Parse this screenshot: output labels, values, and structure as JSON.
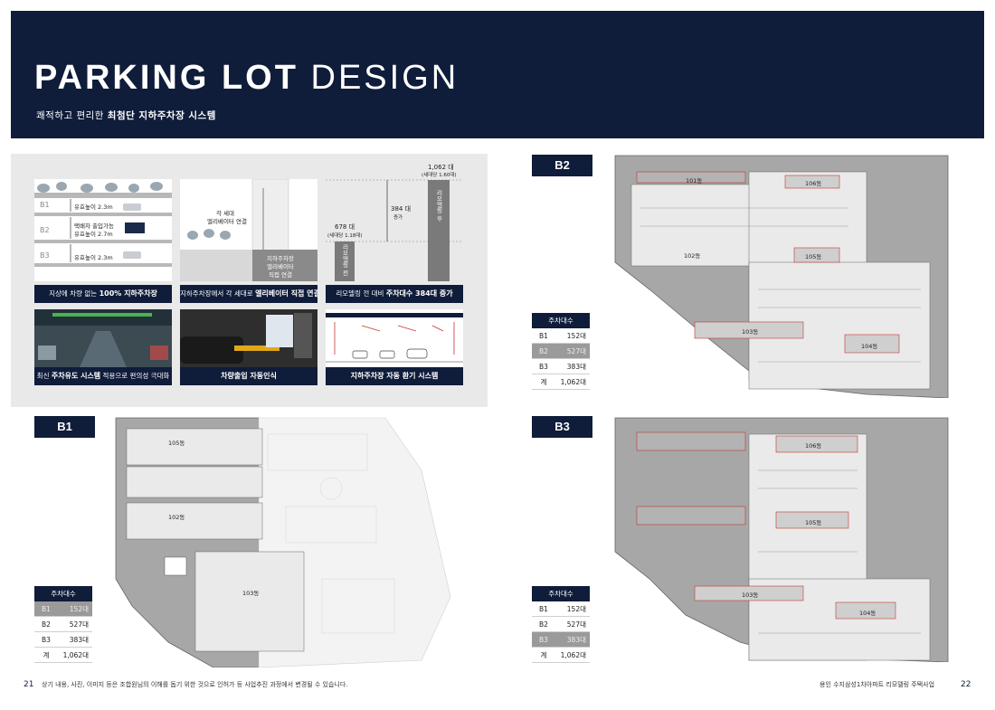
{
  "header": {
    "title_bold": "PARKING LOT",
    "title_light": "DESIGN",
    "subtitle_prefix": "쾌적하고 편리한 ",
    "subtitle_bold": "최첨단 지하주차장 시스템"
  },
  "features": {
    "levels": {
      "b1_label": "B1",
      "b1_text": "유효높이 2.3m",
      "b2_label": "B2",
      "b2_text_1": "택배차 출입가능",
      "b2_text_2": "유효높이 2.7m",
      "b3_label": "B3",
      "b3_text": "유효높이 2.3m",
      "caption_prefix": "지상에 차량 없는 ",
      "caption_bold": "100% 지하주차장"
    },
    "elevator": {
      "top_label_1": "각 세대",
      "top_label_2": "엘리베이터 연결",
      "box_1": "지하주차장",
      "box_2": "엘리베이터",
      "box_3": "직접 연결",
      "caption_prefix": "지하주차장에서 각 세대로 ",
      "caption_bold": "엘리베이터 직접 연결"
    },
    "increase": {
      "after_total": "1,062 대",
      "after_ratio": "(세대당 1.60대)",
      "diff_value": "384 대",
      "diff_word": "증가",
      "before_total": "678 대",
      "before_ratio": "(세대당 1.18대)",
      "before_bar": "리모델링 전",
      "after_bar": "리모델링 후",
      "caption_prefix": "리모델링 전 대비 ",
      "caption_bold": "주차대수 384대 증가"
    },
    "guidance": {
      "caption_prefix": "최신 ",
      "caption_bold": "주차유도 시스템",
      "caption_suffix": " 적용으로 편의성 극대화"
    },
    "recognition": {
      "caption_bold": "차량출입 자동인식"
    },
    "ventilation": {
      "caption_bold": "지하주차장 자동 환기 시스템"
    }
  },
  "floors": {
    "b2": {
      "label": "B2",
      "buildings": [
        "101동",
        "106동",
        "102동",
        "105동",
        "103동",
        "104동"
      ]
    },
    "b1": {
      "label": "B1",
      "buildings": [
        "105동",
        "102동",
        "103동"
      ]
    },
    "b3": {
      "label": "B3",
      "buildings": [
        "106동",
        "105동",
        "103동",
        "104동"
      ]
    }
  },
  "parking_counts": {
    "header": "주차대수",
    "rows": [
      {
        "level": "B1",
        "count": "152대"
      },
      {
        "level": "B2",
        "count": "527대"
      },
      {
        "level": "B3",
        "count": "383대"
      },
      {
        "level": "계",
        "count": "1,062대"
      }
    ]
  },
  "footer": {
    "page_left": "21",
    "disclaimer": "상기 내용, 사진, 이미지 등은 조합원님의 이해를 돕기 위한 것으로 인허가 등 사업추진 과정에서 변경될 수 있습니다.",
    "project": "용인 수지삼성1차아파트 리모델링 주택사업",
    "page_right": "22"
  },
  "colors": {
    "navy": "#0f1c3a",
    "panel": "#e9e9e9",
    "plan_gray": "#a7a7a7",
    "highlight": "#9a9a9a"
  }
}
